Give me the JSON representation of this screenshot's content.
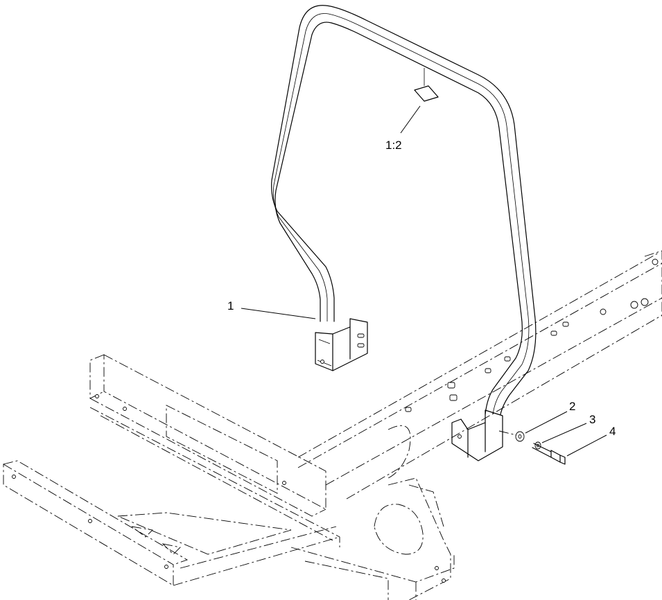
{
  "callouts": [
    {
      "id": "1",
      "label": "1"
    },
    {
      "id": "1-2",
      "label": "1:2"
    },
    {
      "id": "2",
      "label": "2"
    },
    {
      "id": "3",
      "label": "3"
    },
    {
      "id": "4",
      "label": "4"
    }
  ]
}
